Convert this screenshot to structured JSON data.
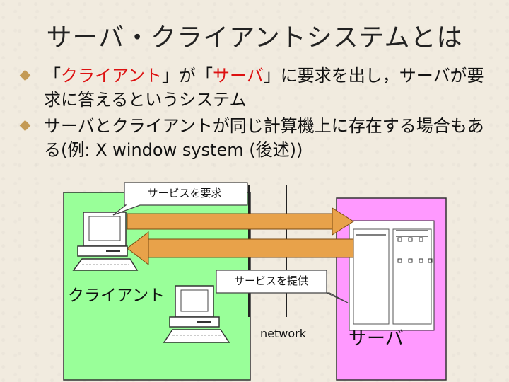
{
  "title": "サーバ・クライアントシステムとは",
  "bullets": [
    {
      "q_open": "「",
      "client_word": "クライアント",
      "q_close_ga": "」が「",
      "server_word": "サーバ",
      "rest": "」に要求を出し，サーバが要求に答えるというシステム"
    },
    {
      "text": " サーバとクライアントが同じ計算機上に存在する場合もある(例: X window system (後述))"
    }
  ],
  "diagram": {
    "request_label": "サービスを要求",
    "provide_label": "サービスを提供",
    "client_label": "クライアント",
    "server_label": "サーバ",
    "network_label": "network"
  },
  "colors": {
    "client_box": "#99ff99",
    "server_box": "#ff99ff",
    "arrow": "#e8a24a",
    "callout": "#ffffff",
    "highlight": "#dd1111",
    "bullet": "#c49a54"
  }
}
